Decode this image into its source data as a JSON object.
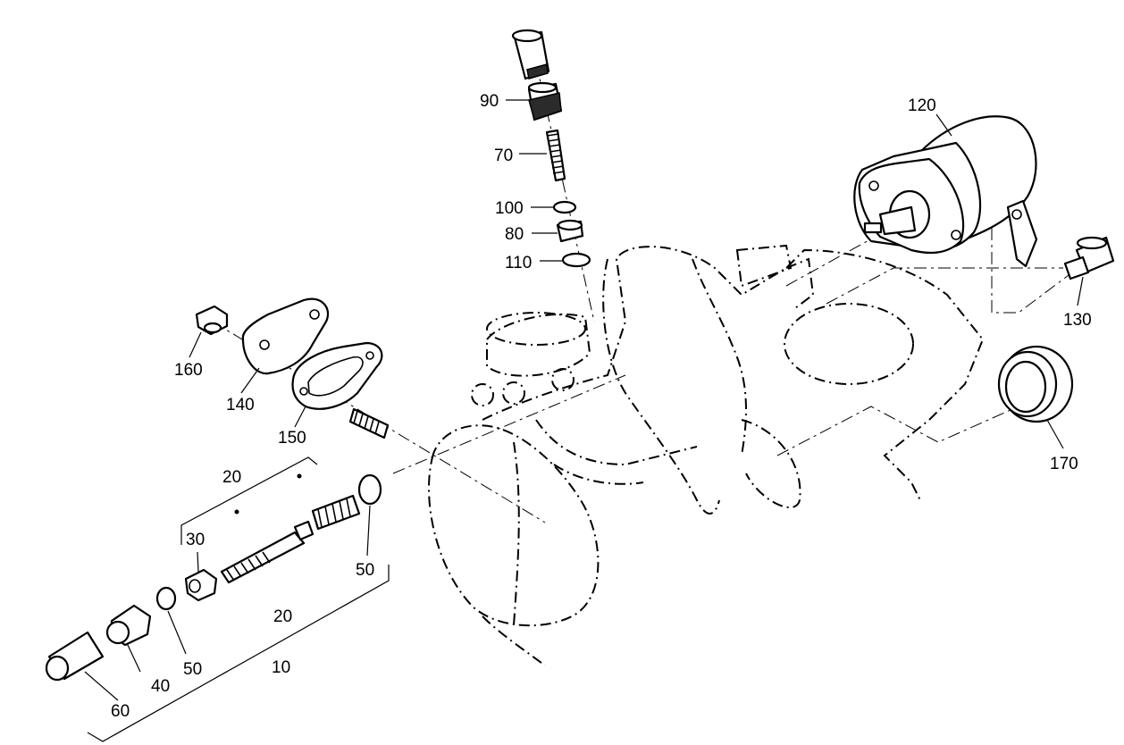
{
  "callouts": {
    "c10": "10",
    "c20_top": "20",
    "c20_mid": "20",
    "c30": "30",
    "c40": "40",
    "c50_left": "50",
    "c50_right": "50",
    "c60": "60",
    "c70": "70",
    "c80": "80",
    "c90": "90",
    "c100": "100",
    "c110": "110",
    "c120": "120",
    "c130": "130",
    "c140": "140",
    "c150": "150",
    "c160": "160",
    "c170": "170"
  }
}
